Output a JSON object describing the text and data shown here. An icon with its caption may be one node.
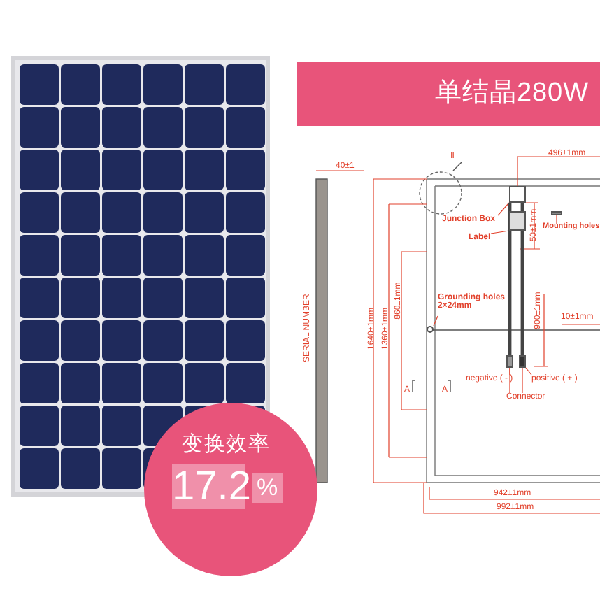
{
  "diagram": {
    "nodes": [
      {
        "text": [
          "单结晶280W"
        ]
      },
      {
        "text": [
          "变换效率",
          "17.2",
          "%"
        ]
      },
      {
        "text": [
          "Junction Box"
        ]
      },
      {
        "text": [],
        "shape": "box"
      },
      {
        "text": [
          "Label"
        ]
      },
      {
        "text": [],
        "shape": "box"
      },
      {
        "text": [
          "Mounting holes"
        ]
      },
      {
        "text": [],
        "shape": "box"
      },
      {
        "text": [
          "Grounding holes",
          "2×24mm"
        ]
      },
      {
        "text": [],
        "shape": "circle"
      },
      {
        "text": [
          "negative ( - )"
        ]
      },
      {
        "text": [],
        "shape": "box"
      },
      {
        "text": [
          "positive ( + )"
        ]
      },
      {
        "text": [],
        "shape": "box"
      },
      {
        "text": [
          "Connector"
        ]
      }
    ],
    "edges": [
      {
        "from": 2,
        "to": 3,
        "arrow": "none"
      },
      {
        "from": 4,
        "to": 5,
        "arrow": "none"
      },
      {
        "from": 6,
        "to": 7,
        "arrow": "none"
      },
      {
        "from": 8,
        "to": 9,
        "arrow": "none"
      },
      {
        "from": 10,
        "to": 11,
        "arrow": "none"
      },
      {
        "from": 12,
        "to": 13,
        "arrow": "none"
      },
      {
        "from": 14,
        "to": 11,
        "arrow": "none"
      },
      {
        "from": 14,
        "to": 13,
        "arrow": "none"
      },
      {
        "from": 3,
        "to": 11,
        "arrow": "none",
        "style": "thick",
        "color": "#444444"
      },
      {
        "from": 3,
        "to": 13,
        "arrow": "none",
        "style": "thick",
        "color": "#444444"
      }
    ],
    "labels": [
      "40±1",
      "Ⅱ",
      "496±1mm",
      "50±1mm",
      "SERIAL NUMBER",
      "1640±1mm",
      "1360±1mm",
      "860±1mm",
      "900±1mm",
      "10±1mm",
      "A",
      "A",
      "942±1mm",
      "992±1mm"
    ]
  }
}
